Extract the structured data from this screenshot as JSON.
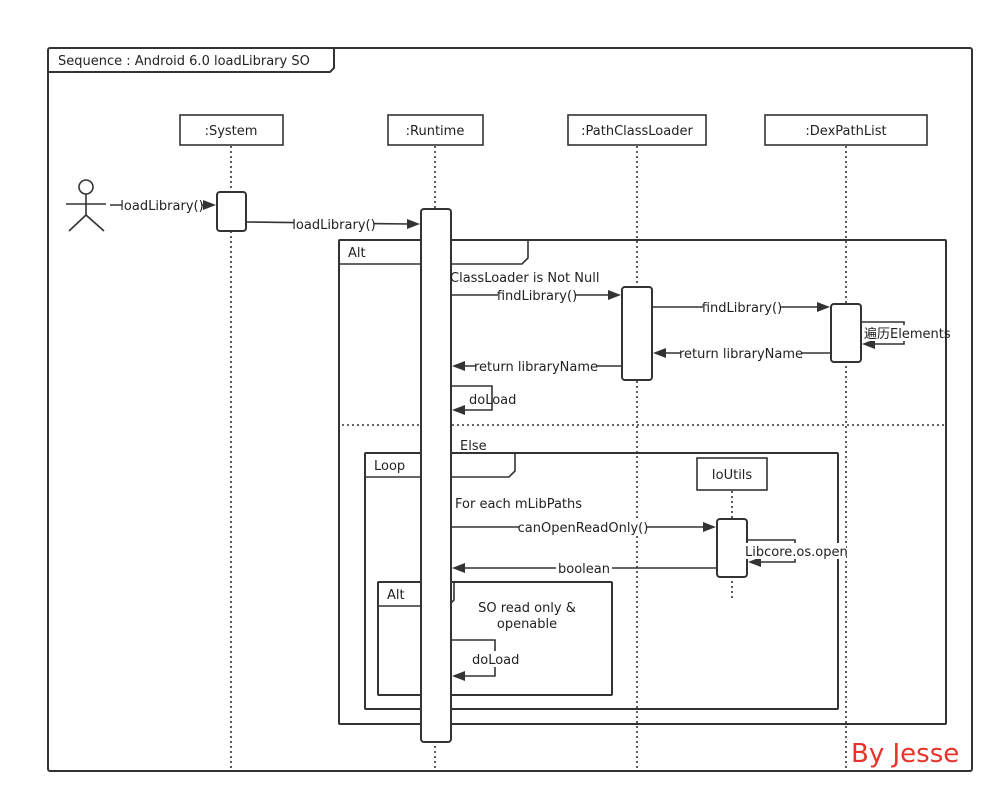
{
  "title": "Sequence : Android 6.0 loadLibrary SO",
  "participants": {
    "system": ":System",
    "runtime": ":Runtime",
    "path_class_loader": ":PathClassLoader",
    "dex_path_list": ":DexPathList",
    "io_utils": "IoUtils"
  },
  "messages": {
    "actor_load_library": "loadLibrary()",
    "system_load_library": "loadLibrary()",
    "find_library_1": "findLibrary()",
    "find_library_2": "findLibrary()",
    "traverse_elements": "遍历Elements",
    "return_library_name_1": "return libraryName",
    "return_library_name_2": "return libraryName",
    "do_load_1": "doLoad",
    "can_open_read_only": "canOpenReadOnly()",
    "libcore_open": "Libcore.os.open",
    "boolean": "boolean",
    "do_load_2": "doLoad"
  },
  "fragments": {
    "outer_alt": "Alt",
    "outer_guard": "ClassLoader is Not Null",
    "else_guard": "Else",
    "loop": "Loop",
    "loop_guard": "For each mLibPaths",
    "inner_alt": "Alt",
    "inner_guard_line1": "SO read only &",
    "inner_guard_line2": "openable"
  },
  "signature": {
    "text": "By Jesse",
    "color": "#e8322b"
  },
  "colors": {
    "line": "#333333",
    "background": "#ffffff"
  }
}
